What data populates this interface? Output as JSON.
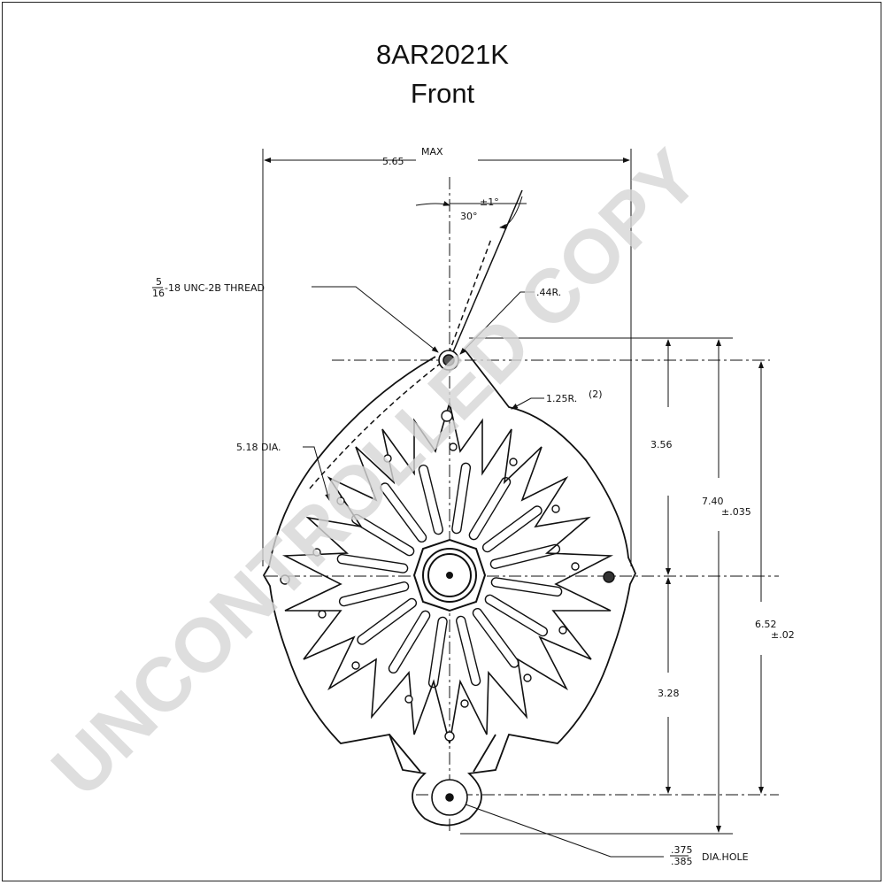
{
  "drawing": {
    "title": "8AR2021K",
    "view": "Front"
  },
  "watermark": {
    "text": "UNCONTROLLED COPY",
    "color": "#d6d6d6"
  },
  "dimensions": {
    "overall_width": "5.65",
    "overall_width_suffix": "MAX",
    "angle": "30°",
    "angle_tolerance": "±1°",
    "thread_fraction_num": "5",
    "thread_fraction_den": "16",
    "thread": "-18 UNC-2B THREAD",
    "radius_top": ".44R.",
    "radius_side": "1.25R.",
    "radius_side_note": "(2)",
    "diameter": "5.18 DIA.",
    "upper_height": "3.56",
    "total_height": "7.40",
    "total_height_tol": "±.035",
    "mount_height": "6.52",
    "mount_height_tol": "±.02",
    "lower_height": "3.28",
    "hole_top": ".375",
    "hole_bottom": ".385",
    "hole_label": "DIA.HOLE"
  },
  "colors": {
    "line": "#111111",
    "background": "#ffffff"
  }
}
